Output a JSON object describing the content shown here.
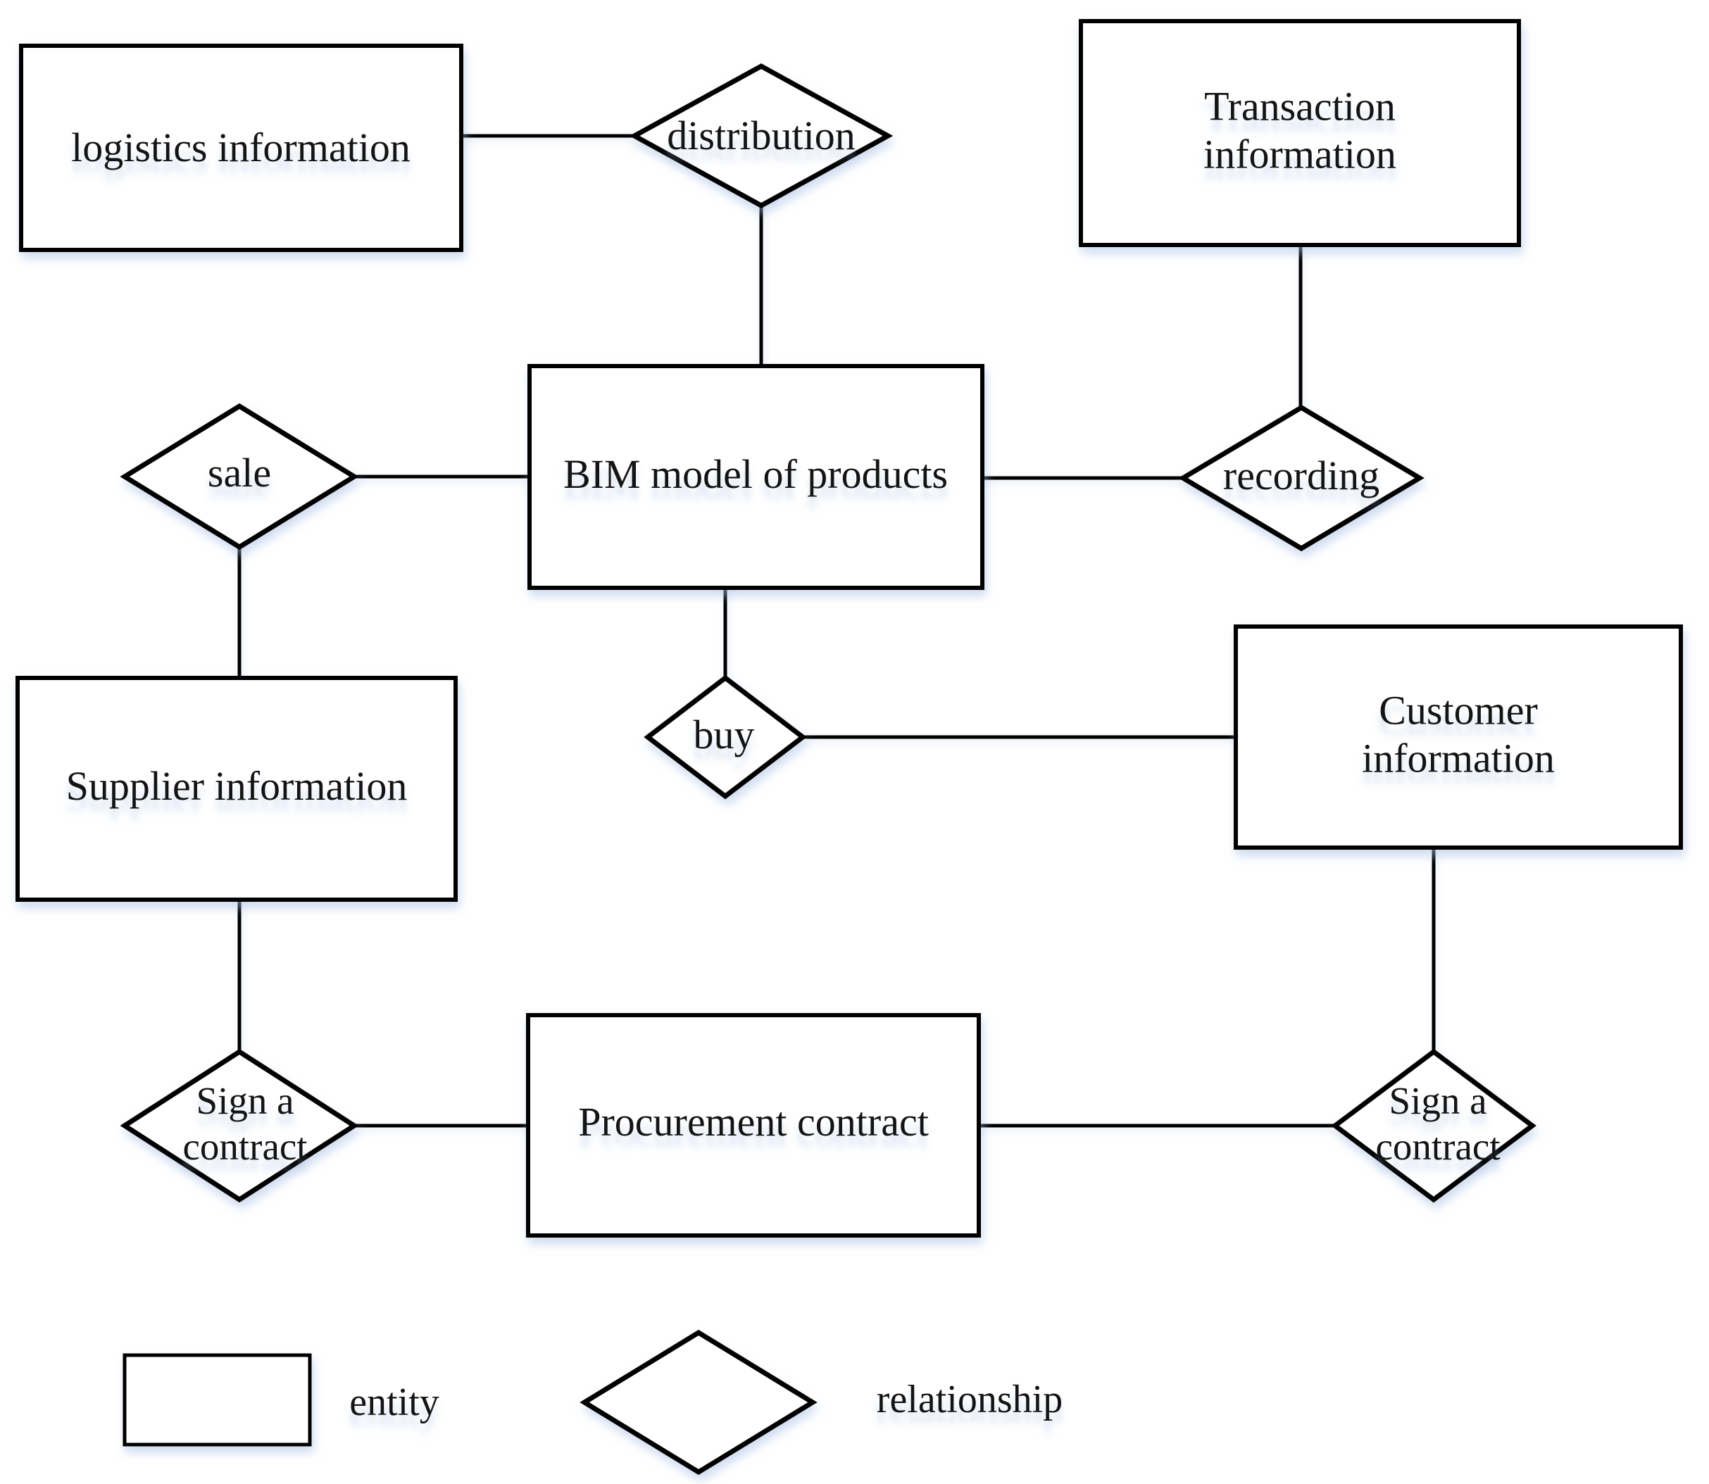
{
  "diagram": {
    "title_hint": "ER diagram of BIM product trading",
    "entities": {
      "logistics": {
        "label": "logistics information"
      },
      "transaction": {
        "label": "Transaction\ninformation"
      },
      "bim": {
        "label": "BIM model of products"
      },
      "supplier": {
        "label": "Supplier information"
      },
      "customer": {
        "label": "Customer information"
      },
      "procurement": {
        "label": "Procurement contract"
      }
    },
    "relationships": {
      "distribution": {
        "label": "distribution"
      },
      "sale": {
        "label": "sale"
      },
      "recording": {
        "label": "recording"
      },
      "buy": {
        "label": "buy"
      },
      "sign_left": {
        "label": "Sign a\ncontract"
      },
      "sign_right": {
        "label": "Sign a\ncontract"
      }
    },
    "edges": [
      {
        "from": "logistics",
        "to": "distribution"
      },
      {
        "from": "distribution",
        "to": "bim"
      },
      {
        "from": "transaction",
        "to": "recording"
      },
      {
        "from": "sale",
        "to": "bim"
      },
      {
        "from": "bim",
        "to": "recording"
      },
      {
        "from": "sale",
        "to": "supplier"
      },
      {
        "from": "bim",
        "to": "buy"
      },
      {
        "from": "buy",
        "to": "customer"
      },
      {
        "from": "supplier",
        "to": "sign_left"
      },
      {
        "from": "sign_left",
        "to": "procurement"
      },
      {
        "from": "procurement",
        "to": "sign_right"
      },
      {
        "from": "customer",
        "to": "sign_right"
      }
    ],
    "legend": {
      "entity_label": "entity",
      "relationship_label": "relationship"
    },
    "colors": {
      "stroke": "#000000",
      "background": "#ffffff",
      "text": "#141414",
      "shadow": "#a8c0e4"
    }
  }
}
